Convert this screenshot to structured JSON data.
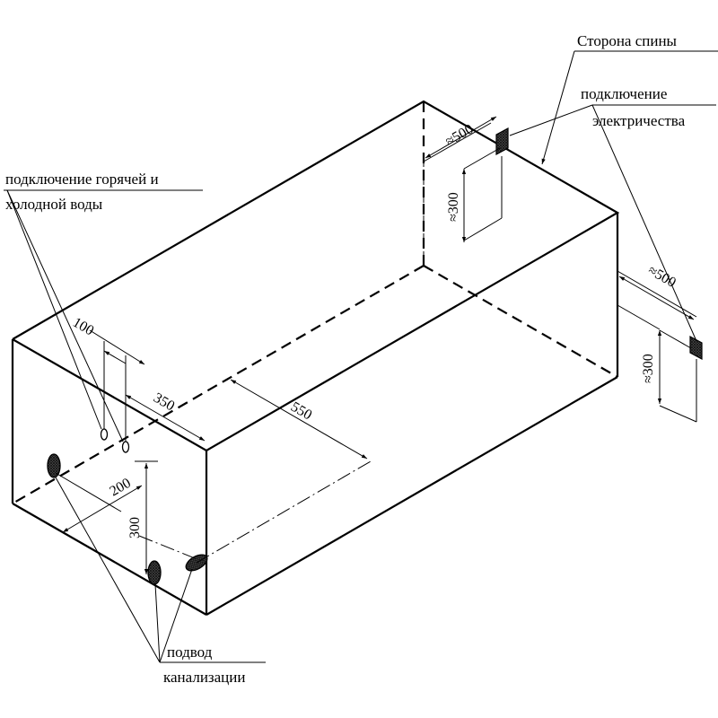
{
  "labels": {
    "back_side": "Сторона спины",
    "electric_line1": "подключение",
    "electric_line2": "электричества",
    "water_line1": "подключение горячей и",
    "water_line2": "холодной воды",
    "drain_line1": "подвод",
    "drain_line2": "канализации"
  },
  "dimensions": {
    "back_width": "≈500",
    "back_height": "≈300",
    "side_width": "≈500",
    "side_height": "≈300",
    "water_spacing": "100",
    "water_offset": "350",
    "drain_offset": "550",
    "drain_width": "200",
    "drain_height": "300"
  }
}
